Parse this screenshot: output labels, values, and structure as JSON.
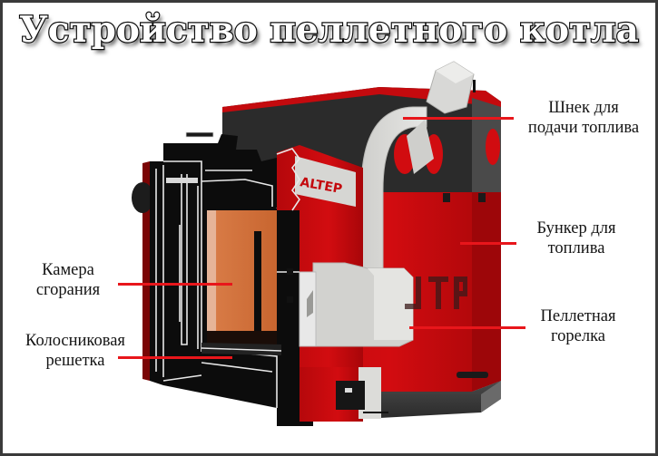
{
  "title": "Устройство пеллетного котла",
  "brand_text": "ALTEP",
  "labels": {
    "auger": {
      "line1": "Шнек для",
      "line2": "подачи топлива"
    },
    "hopper": {
      "line1": "Бункер для",
      "line2": "топлива"
    },
    "burner": {
      "line1": "Пеллетная",
      "line2": "горелка"
    },
    "chamber": {
      "line1": "Камера",
      "line2": "сгорания"
    },
    "grate": {
      "line1": "Колосниковая",
      "line2": "решетка"
    }
  },
  "colors": {
    "pointer_line": "#e8161b",
    "boiler_red": "#c40a0e",
    "boiler_black": "#0c0c0c",
    "boiler_dark_gray": "#3a3a3a",
    "auger_light_gray": "#d8d8d6",
    "firebox_orange": "#d9773f",
    "frame_border": "#3a3a3a"
  }
}
